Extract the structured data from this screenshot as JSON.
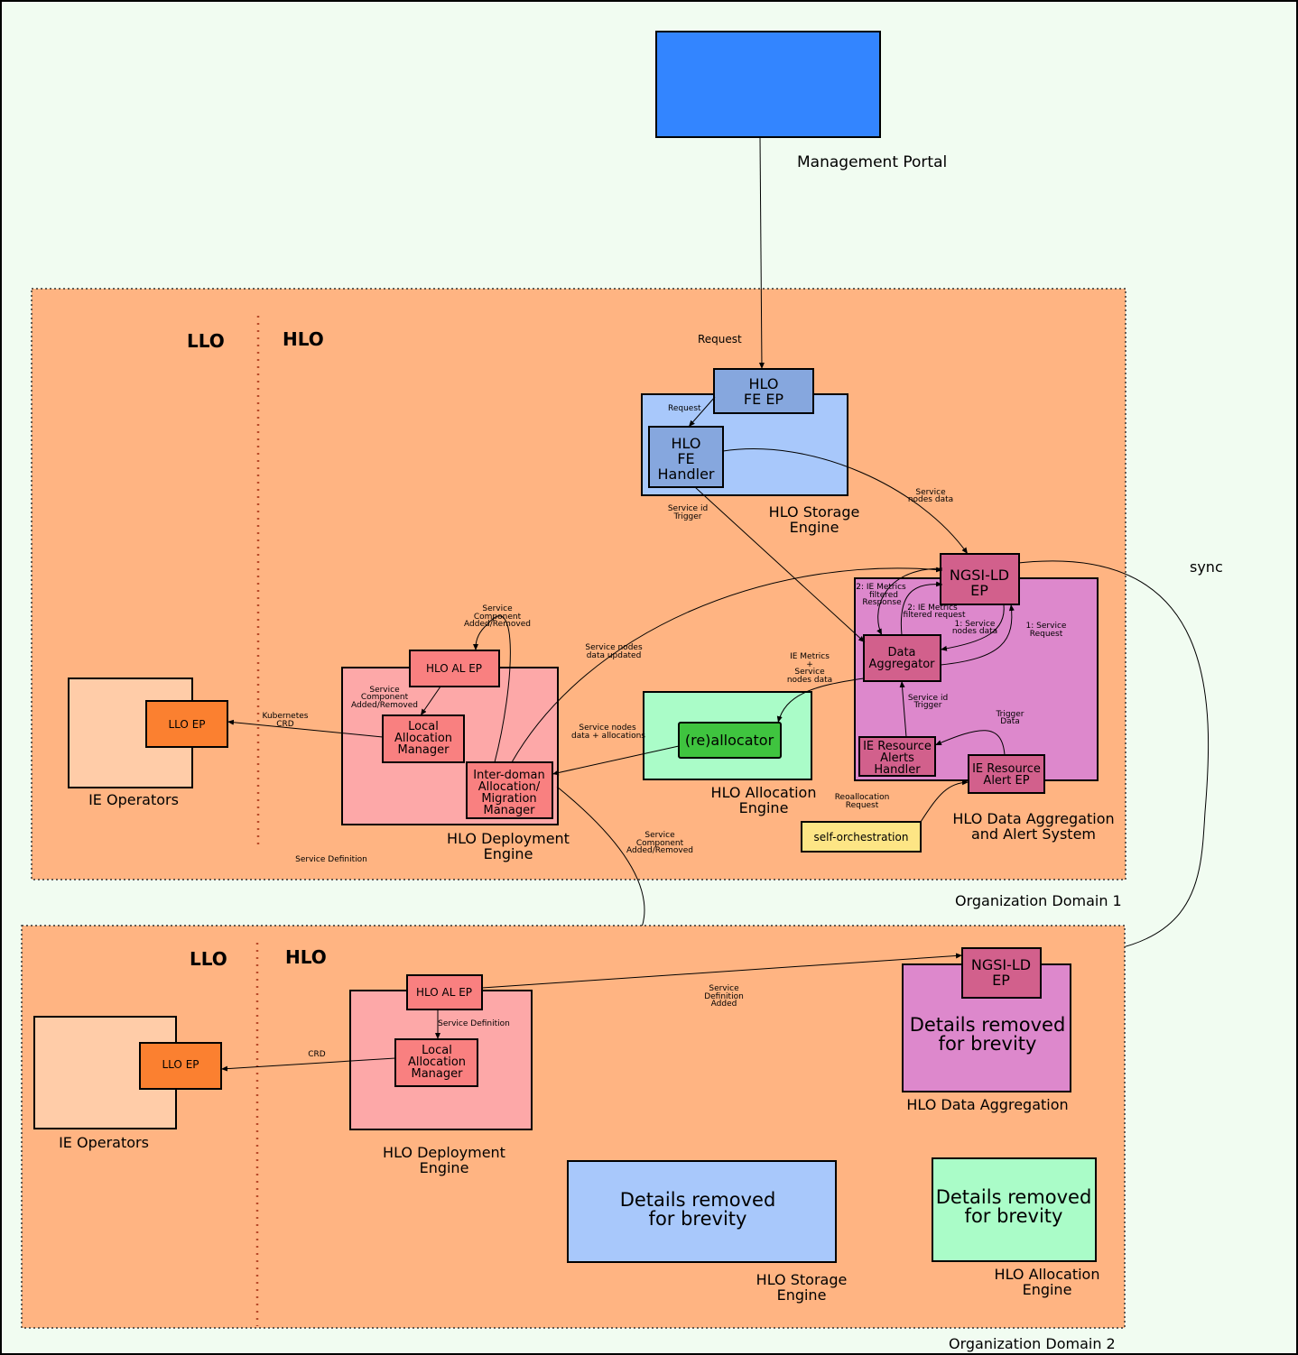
{
  "portal": {
    "label": "Management Portal",
    "request": "Request",
    "color": "#3385ff"
  },
  "domain1": {
    "label": "Organization Domain 1",
    "llo": "LLO",
    "hlo": "HLO",
    "storage_engine": {
      "label_1": "HLO Storage",
      "label_2": "Engine",
      "fe_ep_1": "HLO",
      "fe_ep_2": "FE EP",
      "fe_handler_1": "HLO",
      "fe_handler_2": "FE",
      "fe_handler_3": "Handler",
      "request": "Request"
    },
    "data_agg": {
      "label_1": "HLO Data Aggregation",
      "label_2": "and Alert System",
      "ngsi_1": "NGSI-LD",
      "ngsi_2": "EP",
      "aggregator_1": "Data",
      "aggregator_2": "Aggregator",
      "alerts_handler_1": "IE Resource",
      "alerts_handler_2": "Alerts",
      "alerts_handler_3": "Handler",
      "alert_ep_1": "IE Resource",
      "alert_ep_2": "Alert EP"
    },
    "allocation_engine": {
      "label_1": "HLO Allocation",
      "label_2": "Engine",
      "reallocator": "(re)allocator"
    },
    "deployment_engine": {
      "label_1": "HLO Deployment",
      "label_2": "Engine",
      "al_ep": "HLO AL EP",
      "lam_1": "Local",
      "lam_2": "Allocation",
      "lam_3": "Manager",
      "idam_1": "Inter-doman",
      "idam_2": "Allocation/",
      "idam_3": "Migration",
      "idam_4": "Manager"
    },
    "ie_operators": {
      "label": "IE Operators",
      "llo_ep": "LLO EP"
    },
    "self_orchestration": "self-orchestration",
    "edges": {
      "service_nodes_data_1": "Service",
      "service_nodes_data_2": "nodes data",
      "service_id_trigger_1": "Service id",
      "service_id_trigger_2": "Trigger",
      "ie_metrics_resp_1": "2: IE Metrics",
      "ie_metrics_resp_2": "filtered",
      "ie_metrics_resp_3": "Response",
      "ie_metrics_req_1": "2: IE Metrics",
      "ie_metrics_req_2": "filtered request",
      "svc_nodes_data_1": "1: Service",
      "svc_nodes_data_2": "nodes data",
      "svc_request_1": "1: Service",
      "svc_request_2": "Request",
      "ie_metrics_nodes_1": "IE Metrics",
      "ie_metrics_nodes_2": "+",
      "ie_metrics_nodes_3": "Service",
      "ie_metrics_nodes_4": "nodes data",
      "svc_id_trigger_1": "Service id",
      "svc_id_trigger_2": "Trigger",
      "trigger_data_1": "Trigger",
      "trigger_data_2": "Data",
      "realloc_req_1": "Reoallocation",
      "realloc_req_2": "Request",
      "nodes_alloc_1": "Service nodes",
      "nodes_alloc_2": "data + allocations",
      "nodes_updated_1": "Service nodes",
      "nodes_updated_2": "data updated",
      "comp_added_top_1": "Service",
      "comp_added_top_2": "Component",
      "comp_added_top_3": "Added/Removed",
      "comp_added_mid_1": "Service",
      "comp_added_mid_2": "Component",
      "comp_added_mid_3": "Added/Removed",
      "k8s_crd_1": "Kubernetes",
      "k8s_crd_2": "CRD",
      "comp_added_out_1": "Service",
      "comp_added_out_2": "Component",
      "comp_added_out_3": "Added/Removed",
      "service_definition": "Service Definition"
    }
  },
  "sync": "sync",
  "domain2": {
    "label": "Organization Domain 2",
    "llo": "LLO",
    "hlo": "HLO",
    "deployment_engine": {
      "label_1": "HLO Deployment",
      "label_2": "Engine",
      "al_ep": "HLO AL EP",
      "lam_1": "Local",
      "lam_2": "Allocation",
      "lam_3": "Manager"
    },
    "ie_operators": {
      "label": "IE Operators",
      "llo_ep": "LLO EP"
    },
    "data_agg": {
      "label": "HLO Data Aggregation",
      "ngsi_1": "NGSI-LD",
      "ngsi_2": "EP",
      "details_1": "Details removed",
      "details_2": "for brevity"
    },
    "storage_engine": {
      "label_1": "HLO Storage",
      "label_2": "Engine",
      "details_1": "Details removed",
      "details_2": "for brevity"
    },
    "allocation_engine": {
      "label_1": "HLO Allocation",
      "label_2": "Engine",
      "details_1": "Details removed",
      "details_2": "for brevity"
    },
    "edges": {
      "svc_def_added_1": "Service",
      "svc_def_added_2": "Definition",
      "svc_def_added_3": "Added",
      "service_definition": "Service Definition",
      "crd": "CRD"
    }
  }
}
